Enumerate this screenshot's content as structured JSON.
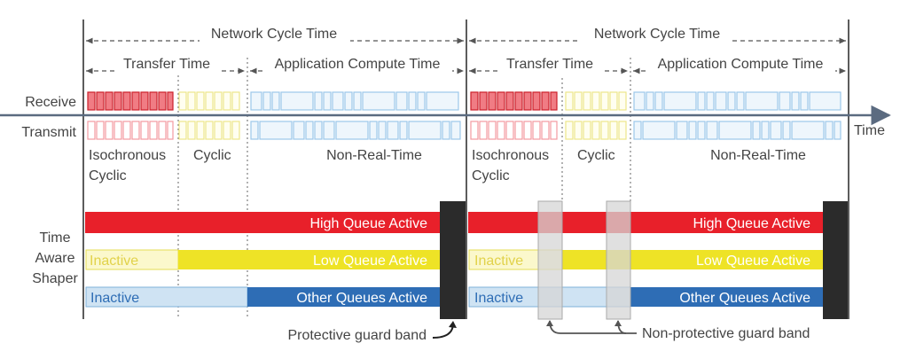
{
  "header": {
    "network_cycle_time_1": "Network Cycle Time",
    "network_cycle_time_2": "Network Cycle Time",
    "transfer_time_1": "Transfer Time",
    "application_compute_time_1": "Application Compute Time",
    "transfer_time_2": "Transfer Time",
    "application_compute_time_2": "Application Compute Time"
  },
  "rows": {
    "receive": "Receive",
    "transmit": "Transmit",
    "time_axis": "Time"
  },
  "traffic_classes": {
    "isochronous_1": "Isochronous",
    "cyclic_line_1": "Cyclic",
    "cyclic_1": "Cyclic",
    "non_real_time_1": "Non-Real-Time",
    "isochronous_2": "Isochronous",
    "cyclic_line_2": "Cyclic",
    "cyclic_2": "Cyclic",
    "non_real_time_2": "Non-Real-Time"
  },
  "shaper": {
    "title_line1": "Time",
    "title_line2": "Aware",
    "title_line3": "Shaper",
    "high_queue_1": "High Queue Active",
    "low_queue_1": "Low Queue Active",
    "other_queues_1": "Other Queues Active",
    "inactive_low_1": "Inactive",
    "inactive_other_1": "Inactive",
    "high_queue_2": "High Queue Active",
    "low_queue_2": "Low Queue Active",
    "other_queues_2": "Other Queues Active",
    "inactive_low_2": "Inactive",
    "inactive_other_2": "Inactive"
  },
  "annotations": {
    "protective_guard_band": "Protective guard band",
    "non_protective_guard_band": "Non-protective guard band"
  },
  "colors": {
    "red": "#e8202a",
    "yellow": "#eee326",
    "blue": "#2e6db5",
    "light_blue": "#cfe3f3",
    "light_yellow": "#fbf8cc",
    "guard_band": "#2b2b2b",
    "text": "#444444"
  }
}
